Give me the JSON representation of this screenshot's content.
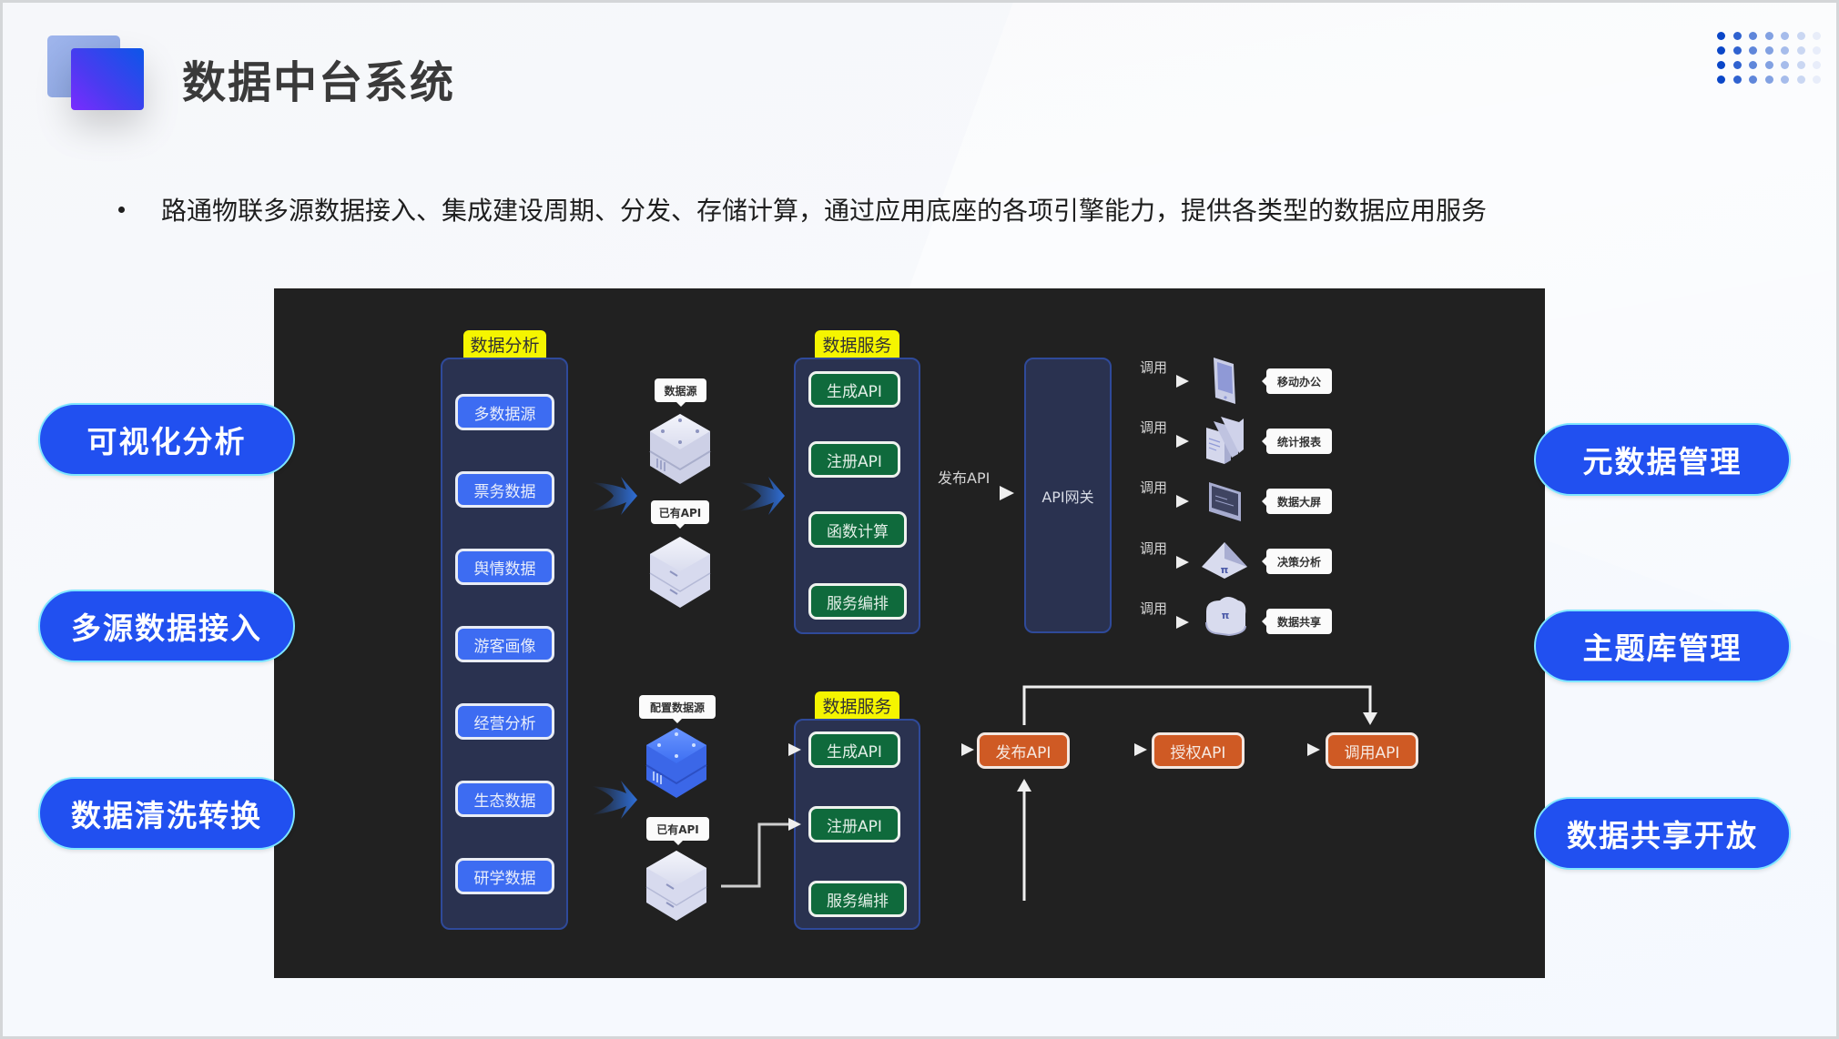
{
  "header": {
    "title": "数据中台系统",
    "bullet": "路通物联多源数据接入、集成建设周期、分发、存储计算，通过应用底座的各项引擎能力，提供各类型的数据应用服务"
  },
  "colors": {
    "pill_blue": "#2150f0",
    "tag_yellow": "#f5f500",
    "btn_blue": "#3d6cf2",
    "btn_green": "#0f6a3c",
    "btn_orange": "#cf5a24",
    "panel_bg": "#212121"
  },
  "left_features": [
    "可视化分析",
    "多源数据接入",
    "数据清洗转换"
  ],
  "right_features": [
    "元数据管理",
    "主题库管理",
    "数据共享开放"
  ],
  "diagram": {
    "analysis": {
      "tag": "数据分析",
      "items": [
        "多数据源",
        "票务数据",
        "舆情数据",
        "游客画像",
        "经营分析",
        "生态数据",
        "研学数据"
      ]
    },
    "sources_top": {
      "datasource": "数据源",
      "existing_api": "已有API"
    },
    "service_top": {
      "tag": "数据服务",
      "items": [
        "生成API",
        "注册API",
        "函数计算",
        "服务编排"
      ]
    },
    "publish_label": "发布API",
    "gateway": "API网关",
    "consumers": {
      "call_label": "调用",
      "items": [
        {
          "label": "移动办公",
          "icon": "mobile-icon"
        },
        {
          "label": "统计报表",
          "icon": "report-icon"
        },
        {
          "label": "数据大屏",
          "icon": "screen-icon"
        },
        {
          "label": "决策分析",
          "icon": "decision-icon"
        },
        {
          "label": "数据共享",
          "icon": "cloud-share-icon"
        }
      ]
    },
    "sources_bottom": {
      "configure": "配置数据源",
      "existing_api": "已有API"
    },
    "service_bottom": {
      "tag": "数据服务",
      "items": [
        "生成API",
        "注册API",
        "服务编排"
      ]
    },
    "flow": [
      "发布API",
      "授权API",
      "调用API"
    ]
  }
}
